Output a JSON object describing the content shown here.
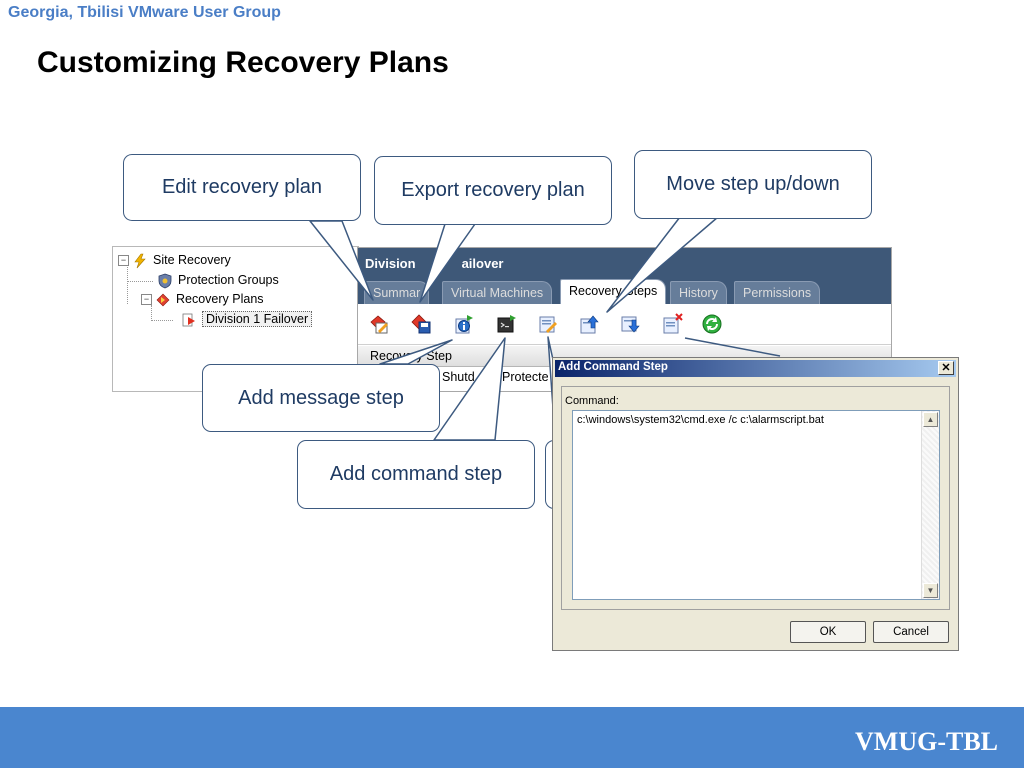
{
  "slide": {
    "group_title": "Georgia, Tbilisi VMware User Group",
    "title": "Customizing Recovery Plans",
    "footer": "VMUG-TBL"
  },
  "tree": {
    "items": [
      {
        "label": "Site Recovery",
        "icon": "site-recovery-icon"
      },
      {
        "label": "Protection Groups",
        "icon": "protection-groups-icon"
      },
      {
        "label": "Recovery Plans",
        "icon": "recovery-plans-icon"
      },
      {
        "label": "Division 1 Failover",
        "icon": "recovery-plan-icon"
      }
    ]
  },
  "main": {
    "title_visible": "Division",
    "title_tail": "ailover",
    "tabs": [
      {
        "label": "Summar"
      },
      {
        "label": "Virtual Machines"
      },
      {
        "label": "Recovery Steps"
      },
      {
        "label": "History"
      },
      {
        "label": "Permissions"
      }
    ],
    "toolbar_icons": [
      "edit-icon",
      "export-icon",
      "add-message-icon",
      "add-command-icon",
      "edit-step-icon",
      "move-up-icon",
      "move-down-icon",
      "delete-step-icon",
      "refresh-icon"
    ],
    "column_header": "Recovery Step",
    "row_cells": [
      "Shutd",
      "Protecte"
    ]
  },
  "callouts": {
    "edit_plan": "Edit  recovery plan",
    "export_plan": "Export recovery plan",
    "move_step": "Move step up/down",
    "add_message": "Add message step",
    "add_command": "Add command step"
  },
  "dialog": {
    "title": "Add Command Step",
    "close_glyph": "✕",
    "command_label": "Command:",
    "command_value": "c:\\windows\\system32\\cmd.exe /c c:\\alarmscript.bat",
    "ok_label": "OK",
    "cancel_label": "Cancel"
  },
  "colors": {
    "accent": "#4a7ec6",
    "footer": "#4a86cf",
    "callout_border": "#3d5a80",
    "panel_header": "#3e5878"
  }
}
